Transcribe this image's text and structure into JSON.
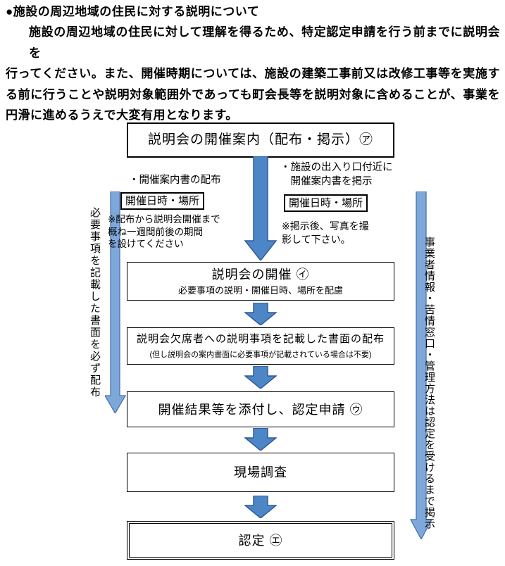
{
  "header": {
    "title": "●施設の周辺地域の住民に対する説明について",
    "paragraph_lines": [
      "施設の周辺地域の住民に対して理解を得るため、特定認定申請を行う前までに説明会を",
      "行ってください。また、開催時期については、施設の建築工事前又は改修工事等を実施す",
      "る前に行うことや説明対象範囲外であっても町会長等を説明対象に含めることが、事業を",
      "円滑に進めるうえで大変有用となります。"
    ]
  },
  "flow": {
    "box1": {
      "label": "説明会の開催案内（配布・掲示）㋐"
    },
    "distribute_note": {
      "bullet": "・開催案内書の配布",
      "badge": "開催日時・場所",
      "caution": "※配布から説明会開催まで\n概ね一週間前後の期間\nを設けてください"
    },
    "post_note": {
      "bullet": "・施設の出入り口付近に\n　開催案内書を掲示",
      "badge": "開催日時・場所",
      "caution": "※掲示後、写真を撮\n影して下さい。"
    },
    "left_rail_label": "必要事項を記載した書面を必ず配布",
    "right_rail_label": "事業者情報・苦情窓口・管理方法は認定を受けるまで掲示",
    "box2": {
      "title": "説明会の開催 ㋑",
      "subtitle": "必要事項の説明・開催日時、場所を配慮"
    },
    "box3": {
      "title": "説明会欠席者への説明事項を記載した書面の配布",
      "subtitle": "(但し説明会の案内書面に必要事項が記載されている場合は不要)"
    },
    "box4": {
      "label": "開催結果等を添付し、認定申請 ㋒"
    },
    "box5": {
      "label": "現場調査"
    },
    "box6": {
      "label": "認定 ㋓"
    }
  },
  "colors": {
    "arrow_fill": "#4d86c6",
    "arrow_stroke": "#2f5b97",
    "rail_fill": "#7ea8da",
    "rail_stroke": "#4574ae"
  }
}
